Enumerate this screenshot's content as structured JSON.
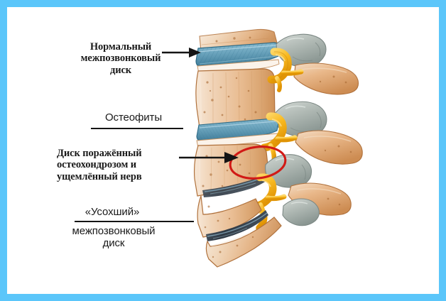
{
  "figure": {
    "kind": "medical-illustration",
    "subject": "lumbar-spine-sagittal-section",
    "border_color": "#5bc6fa",
    "background_color": "#ffffff",
    "highlight_color": "#d11a16",
    "leader_color": "#141414"
  },
  "palette": {
    "bone_light": "#f5e0cd",
    "bone_mid": "#e8b98e",
    "bone_dark": "#c47f4d",
    "bone_outline": "#9c5c2e",
    "disc_blue": "#6fa6bd",
    "disc_blue_dark": "#3d7d98",
    "disc_blue_light": "#a9cddd",
    "nerve_yellow": "#f6b21b",
    "nerve_yellow_light": "#fcd35f",
    "nerve_outline": "#c98708",
    "osteophyte_grey": "#b9c0bc",
    "osteophyte_grey_dark": "#8b9793",
    "degenerated_disc": "#3a4450"
  },
  "labels": [
    {
      "id": "normal-disc",
      "text": "Нормальный\nмежпозвонковый\nдиск",
      "style": "serif-bold",
      "leader": "arrow"
    },
    {
      "id": "osteophytes",
      "text": "Остеофиты",
      "style": "sans",
      "leader": "underline"
    },
    {
      "id": "degenerated-disc-pinched-nerve",
      "text": "Диск поражённый\nостеохондрозом и\nущемлённый нерв",
      "style": "serif-bold",
      "leader": "arrow"
    },
    {
      "id": "dried-disc-line1",
      "text": "«Усохший»",
      "style": "sans",
      "leader": "underline"
    },
    {
      "id": "dried-disc-line2",
      "text": "межпозвонковый\nдиск",
      "style": "sans",
      "leader": "none"
    }
  ],
  "anatomy": {
    "vertebrae_count": 4,
    "healthy_disc_label": "Нормальный межпозвонковый диск",
    "osteophyte_sites": 3,
    "nerve_roots": 4,
    "highlight_note": "красный овал — поражённый диск и ущемлённый нерв"
  }
}
